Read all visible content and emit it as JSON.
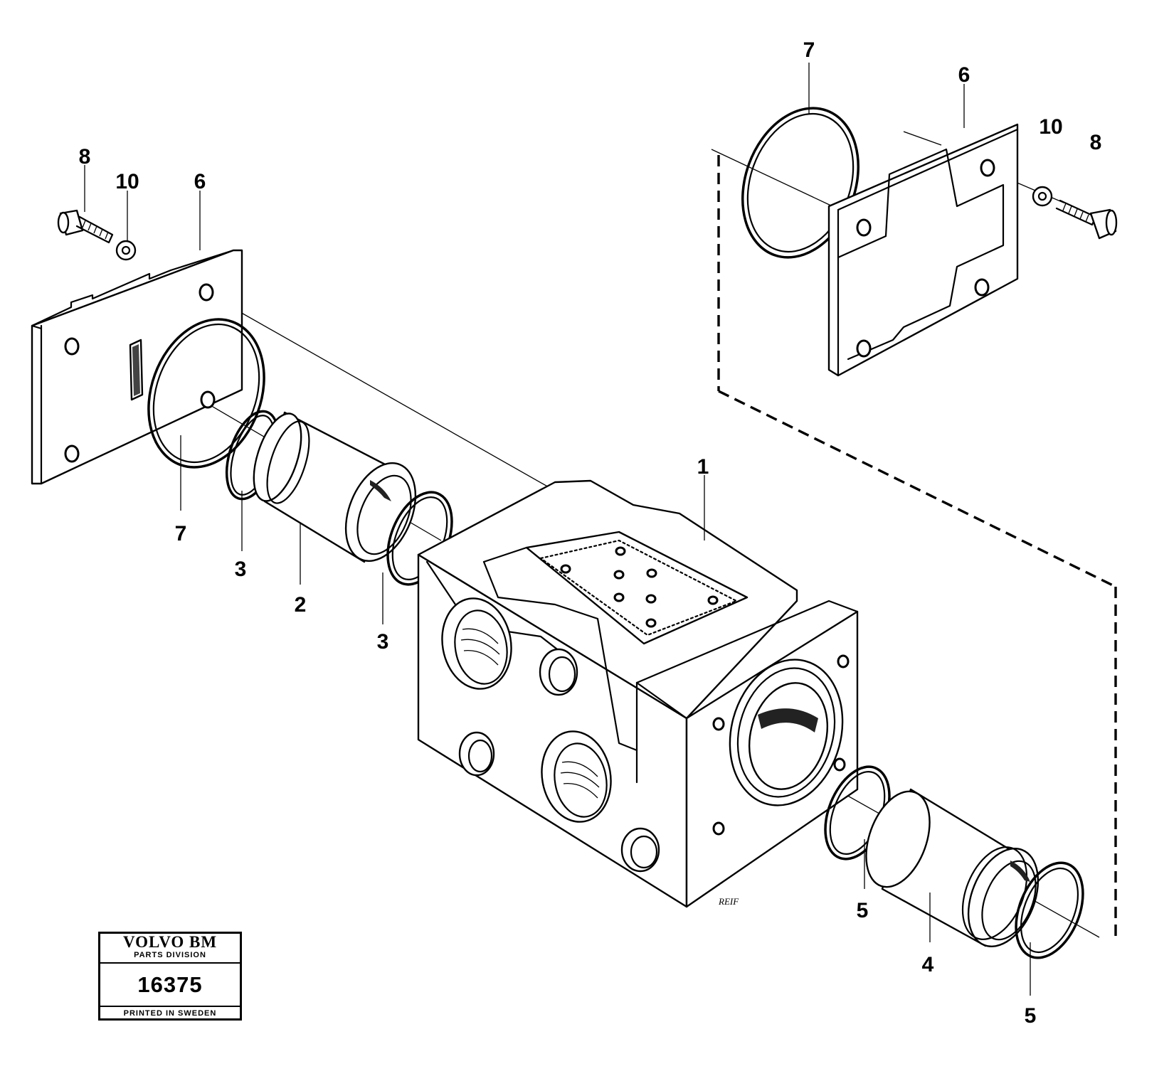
{
  "callouts": {
    "top_right_7": "7",
    "top_right_6": "6",
    "top_right_10": "10",
    "top_right_8": "8",
    "left_8": "8",
    "left_10": "10",
    "left_6": "6",
    "left_7": "7",
    "left_3a": "3",
    "left_2": "2",
    "left_3b": "3",
    "body_1": "1",
    "right_5a": "5",
    "right_4": "4",
    "right_5b": "5"
  },
  "signature": "REIF",
  "stamp": {
    "brand": "VOLVO BM",
    "division": "PARTS DIVISION",
    "number": "16375",
    "printed": "PRINTED IN SWEDEN"
  }
}
